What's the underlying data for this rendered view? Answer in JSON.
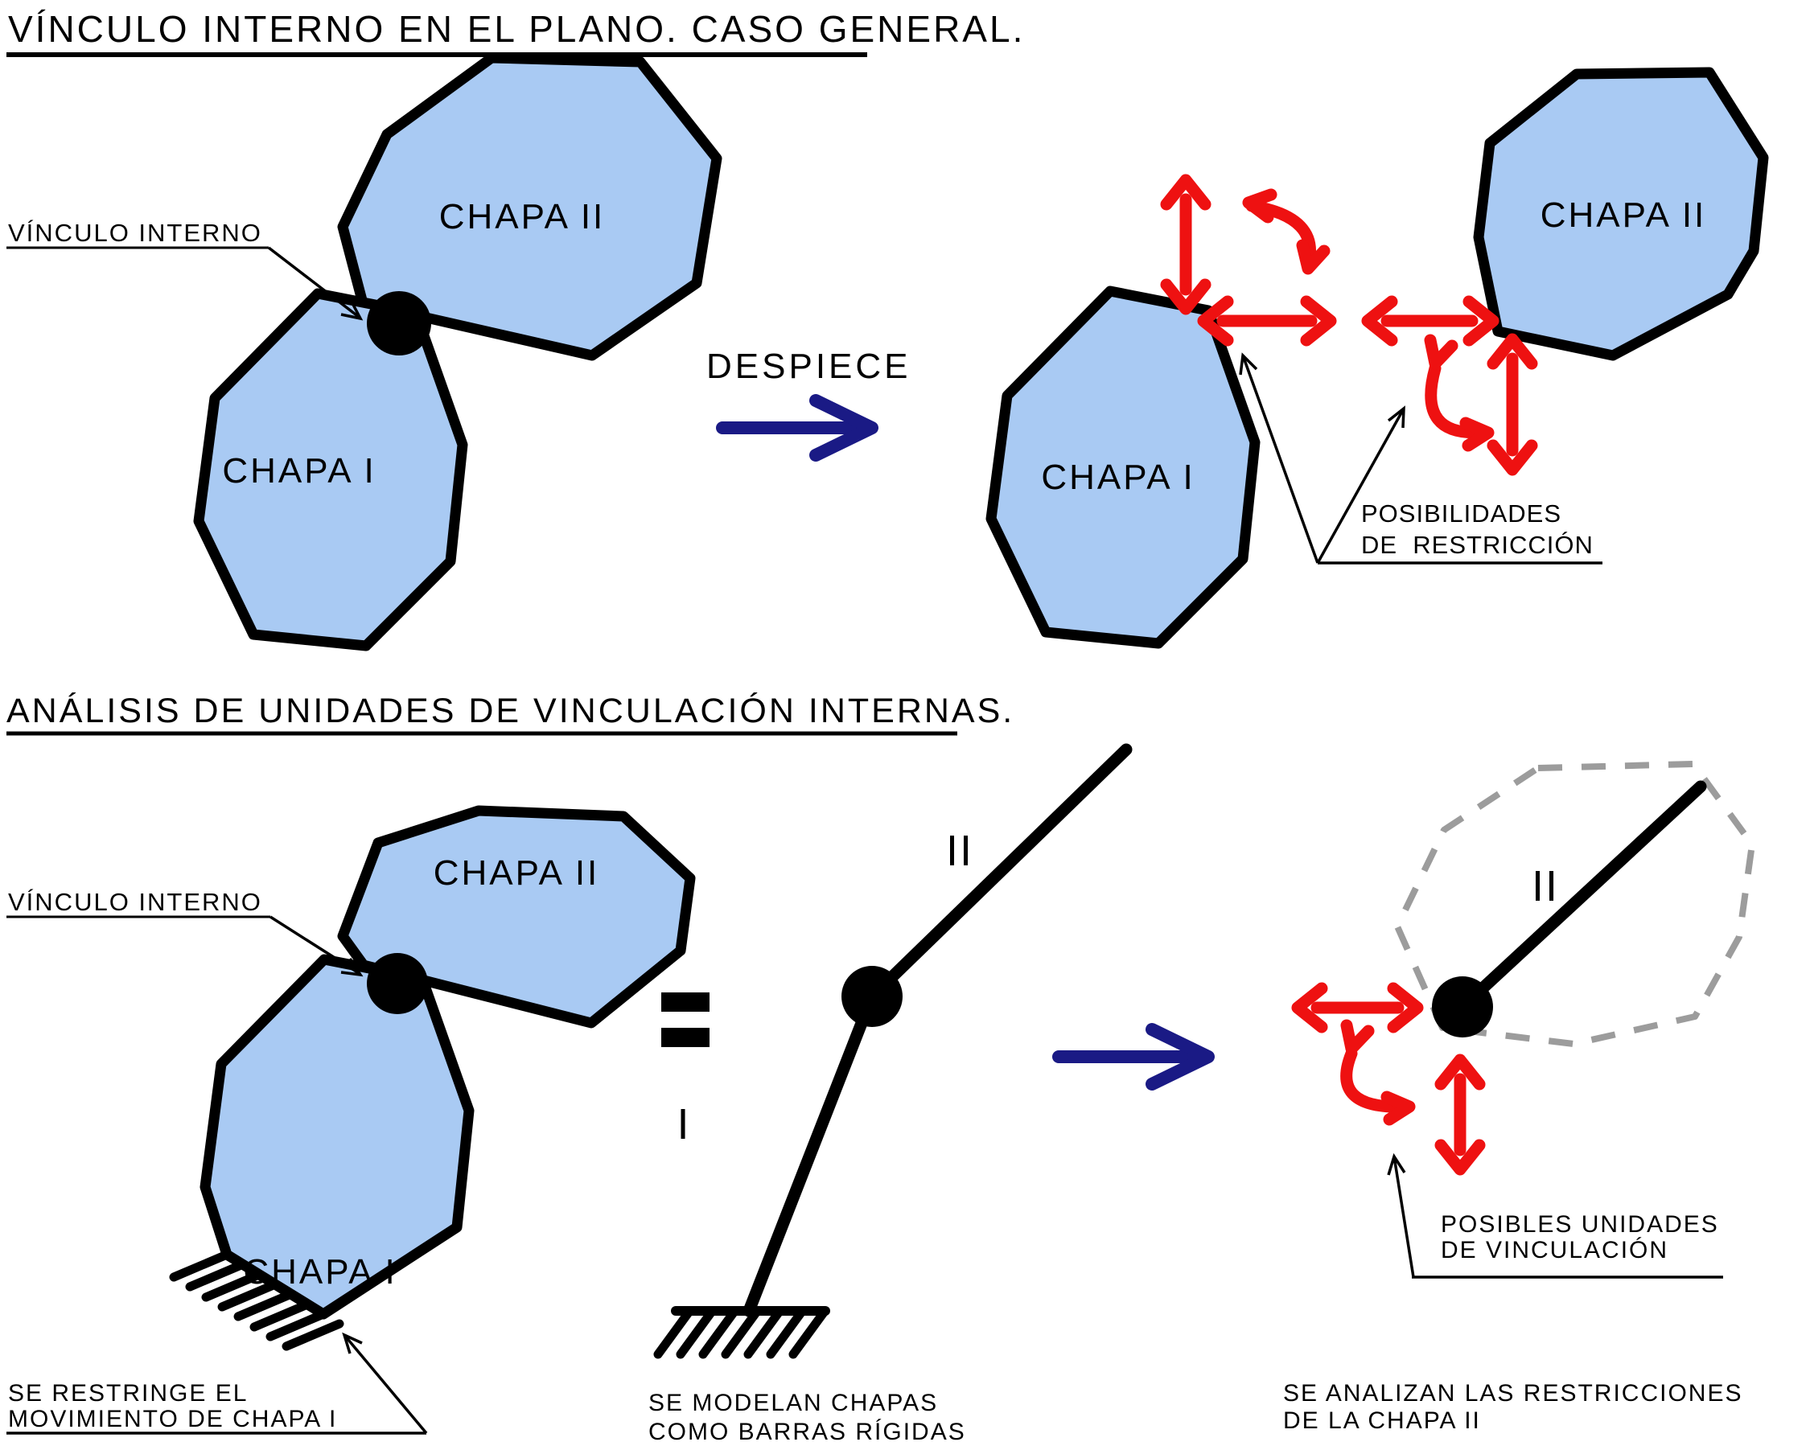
{
  "colors": {
    "plate_blue": "#a9caf3",
    "outline_black": "#000000",
    "red": "#ee1111",
    "navy": "#1a1a85",
    "dashed_gray": "#9c9c9c",
    "text": "#000000"
  },
  "header": {
    "title": "VÍNCULO INTERNO EN EL PLANO. CASO GENERAL."
  },
  "section2": {
    "title": "ANÁLISIS DE UNIDADES DE VINCULACIÓN INTERNAS."
  },
  "labels": {
    "chapa1": "CHAPA I",
    "chapa2": "CHAPA II",
    "vinculo_interno": "VÍNCULO INTERNO",
    "despiece": "DESPIECE",
    "posibilidades_l1": "POSIBILIDADES",
    "posibilidades_l2": "DE  RESTRICCIÓN",
    "bar1": "I",
    "bar2": "II",
    "posibles_l1": "POSIBLES UNIDADES",
    "posibles_l2": "DE VINCULACIÓN"
  },
  "captions": {
    "restringe_l1": "SE RESTRINGE EL",
    "restringe_l2": "MOVIMIENTO DE CHAPA I",
    "modelan_l1": "SE MODELAN CHAPAS",
    "modelan_l2": "COMO BARRAS RÍGIDAS",
    "analizan_l1": "SE ANALIZAN LAS RESTRICCIONES",
    "analizan_l2": "DE LA CHAPA II"
  }
}
